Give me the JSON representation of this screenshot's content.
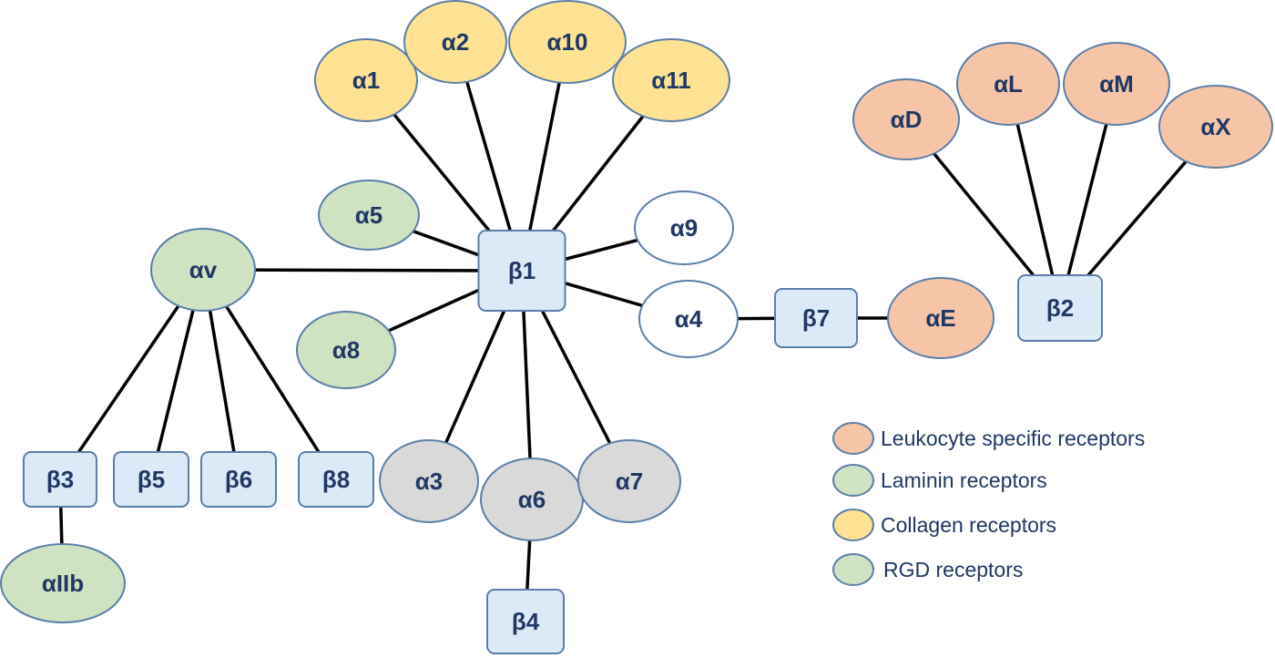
{
  "colors": {
    "leukocyte": "#f6c5a8",
    "laminin": "#cfe3c2",
    "collagen": "#fde293",
    "rgd": "#cfe3c2",
    "laminin_gray": "#d9d9d9",
    "none": "#ffffff",
    "beta": "#dce9f7",
    "stroke": "#5b7fa8",
    "text": "#1f3864"
  },
  "nodes": [
    {
      "id": "b1",
      "label": "β1",
      "kind": "beta",
      "group": "beta"
    },
    {
      "id": "b2",
      "label": "β2",
      "kind": "beta",
      "group": "beta"
    },
    {
      "id": "b3",
      "label": "β3",
      "kind": "beta",
      "group": "beta"
    },
    {
      "id": "b4",
      "label": "β4",
      "kind": "beta",
      "group": "beta"
    },
    {
      "id": "b5",
      "label": "β5",
      "kind": "beta",
      "group": "beta"
    },
    {
      "id": "b6",
      "label": "β6",
      "kind": "beta",
      "group": "beta"
    },
    {
      "id": "b7",
      "label": "β7",
      "kind": "beta",
      "group": "beta"
    },
    {
      "id": "b8",
      "label": "β8",
      "kind": "beta",
      "group": "beta"
    },
    {
      "id": "a1",
      "label": "α1",
      "kind": "alpha",
      "group": "collagen"
    },
    {
      "id": "a2",
      "label": "α2",
      "kind": "alpha",
      "group": "collagen"
    },
    {
      "id": "a10",
      "label": "α10",
      "kind": "alpha",
      "group": "collagen"
    },
    {
      "id": "a11",
      "label": "α11",
      "kind": "alpha",
      "group": "collagen"
    },
    {
      "id": "a5",
      "label": "α5",
      "kind": "alpha",
      "group": "rgd"
    },
    {
      "id": "a8",
      "label": "α8",
      "kind": "alpha",
      "group": "rgd"
    },
    {
      "id": "av",
      "label": "αv",
      "kind": "alpha",
      "group": "rgd"
    },
    {
      "id": "aIIb",
      "label": "αIIb",
      "kind": "alpha",
      "group": "rgd"
    },
    {
      "id": "a9",
      "label": "α9",
      "kind": "alpha",
      "group": "none"
    },
    {
      "id": "a4",
      "label": "α4",
      "kind": "alpha",
      "group": "none"
    },
    {
      "id": "aE",
      "label": "αE",
      "kind": "alpha",
      "group": "leukocyte"
    },
    {
      "id": "a3",
      "label": "α3",
      "kind": "alpha",
      "group": "laminin_gray"
    },
    {
      "id": "a6",
      "label": "α6",
      "kind": "alpha",
      "group": "laminin_gray"
    },
    {
      "id": "a7",
      "label": "α7",
      "kind": "alpha",
      "group": "laminin_gray"
    },
    {
      "id": "aD",
      "label": "αD",
      "kind": "alpha",
      "group": "leukocyte"
    },
    {
      "id": "aL",
      "label": "αL",
      "kind": "alpha",
      "group": "leukocyte"
    },
    {
      "id": "aM",
      "label": "αM",
      "kind": "alpha",
      "group": "leukocyte"
    },
    {
      "id": "aX",
      "label": "αX",
      "kind": "alpha",
      "group": "leukocyte"
    }
  ],
  "edges": [
    [
      "b1",
      "a1"
    ],
    [
      "b1",
      "a2"
    ],
    [
      "b1",
      "a10"
    ],
    [
      "b1",
      "a11"
    ],
    [
      "b1",
      "a5"
    ],
    [
      "b1",
      "a9"
    ],
    [
      "b1",
      "av"
    ],
    [
      "b1",
      "a4"
    ],
    [
      "b1",
      "a8"
    ],
    [
      "b1",
      "a3"
    ],
    [
      "b1",
      "a6"
    ],
    [
      "b1",
      "a7"
    ],
    [
      "av",
      "b3"
    ],
    [
      "av",
      "b5"
    ],
    [
      "av",
      "b6"
    ],
    [
      "av",
      "b8"
    ],
    [
      "b3",
      "aIIb"
    ],
    [
      "a6",
      "b4"
    ],
    [
      "a4",
      "b7"
    ],
    [
      "b7",
      "aE"
    ],
    [
      "b2",
      "aD"
    ],
    [
      "b2",
      "aL"
    ],
    [
      "b2",
      "aM"
    ],
    [
      "b2",
      "aX"
    ]
  ],
  "legend": [
    {
      "label": "Leukocyte specific receptors",
      "group": "leukocyte"
    },
    {
      "label": "Laminin receptors",
      "group": "laminin"
    },
    {
      "label": "Collagen receptors",
      "group": "collagen"
    },
    {
      "label": "RGD receptors",
      "group": "rgd"
    }
  ]
}
